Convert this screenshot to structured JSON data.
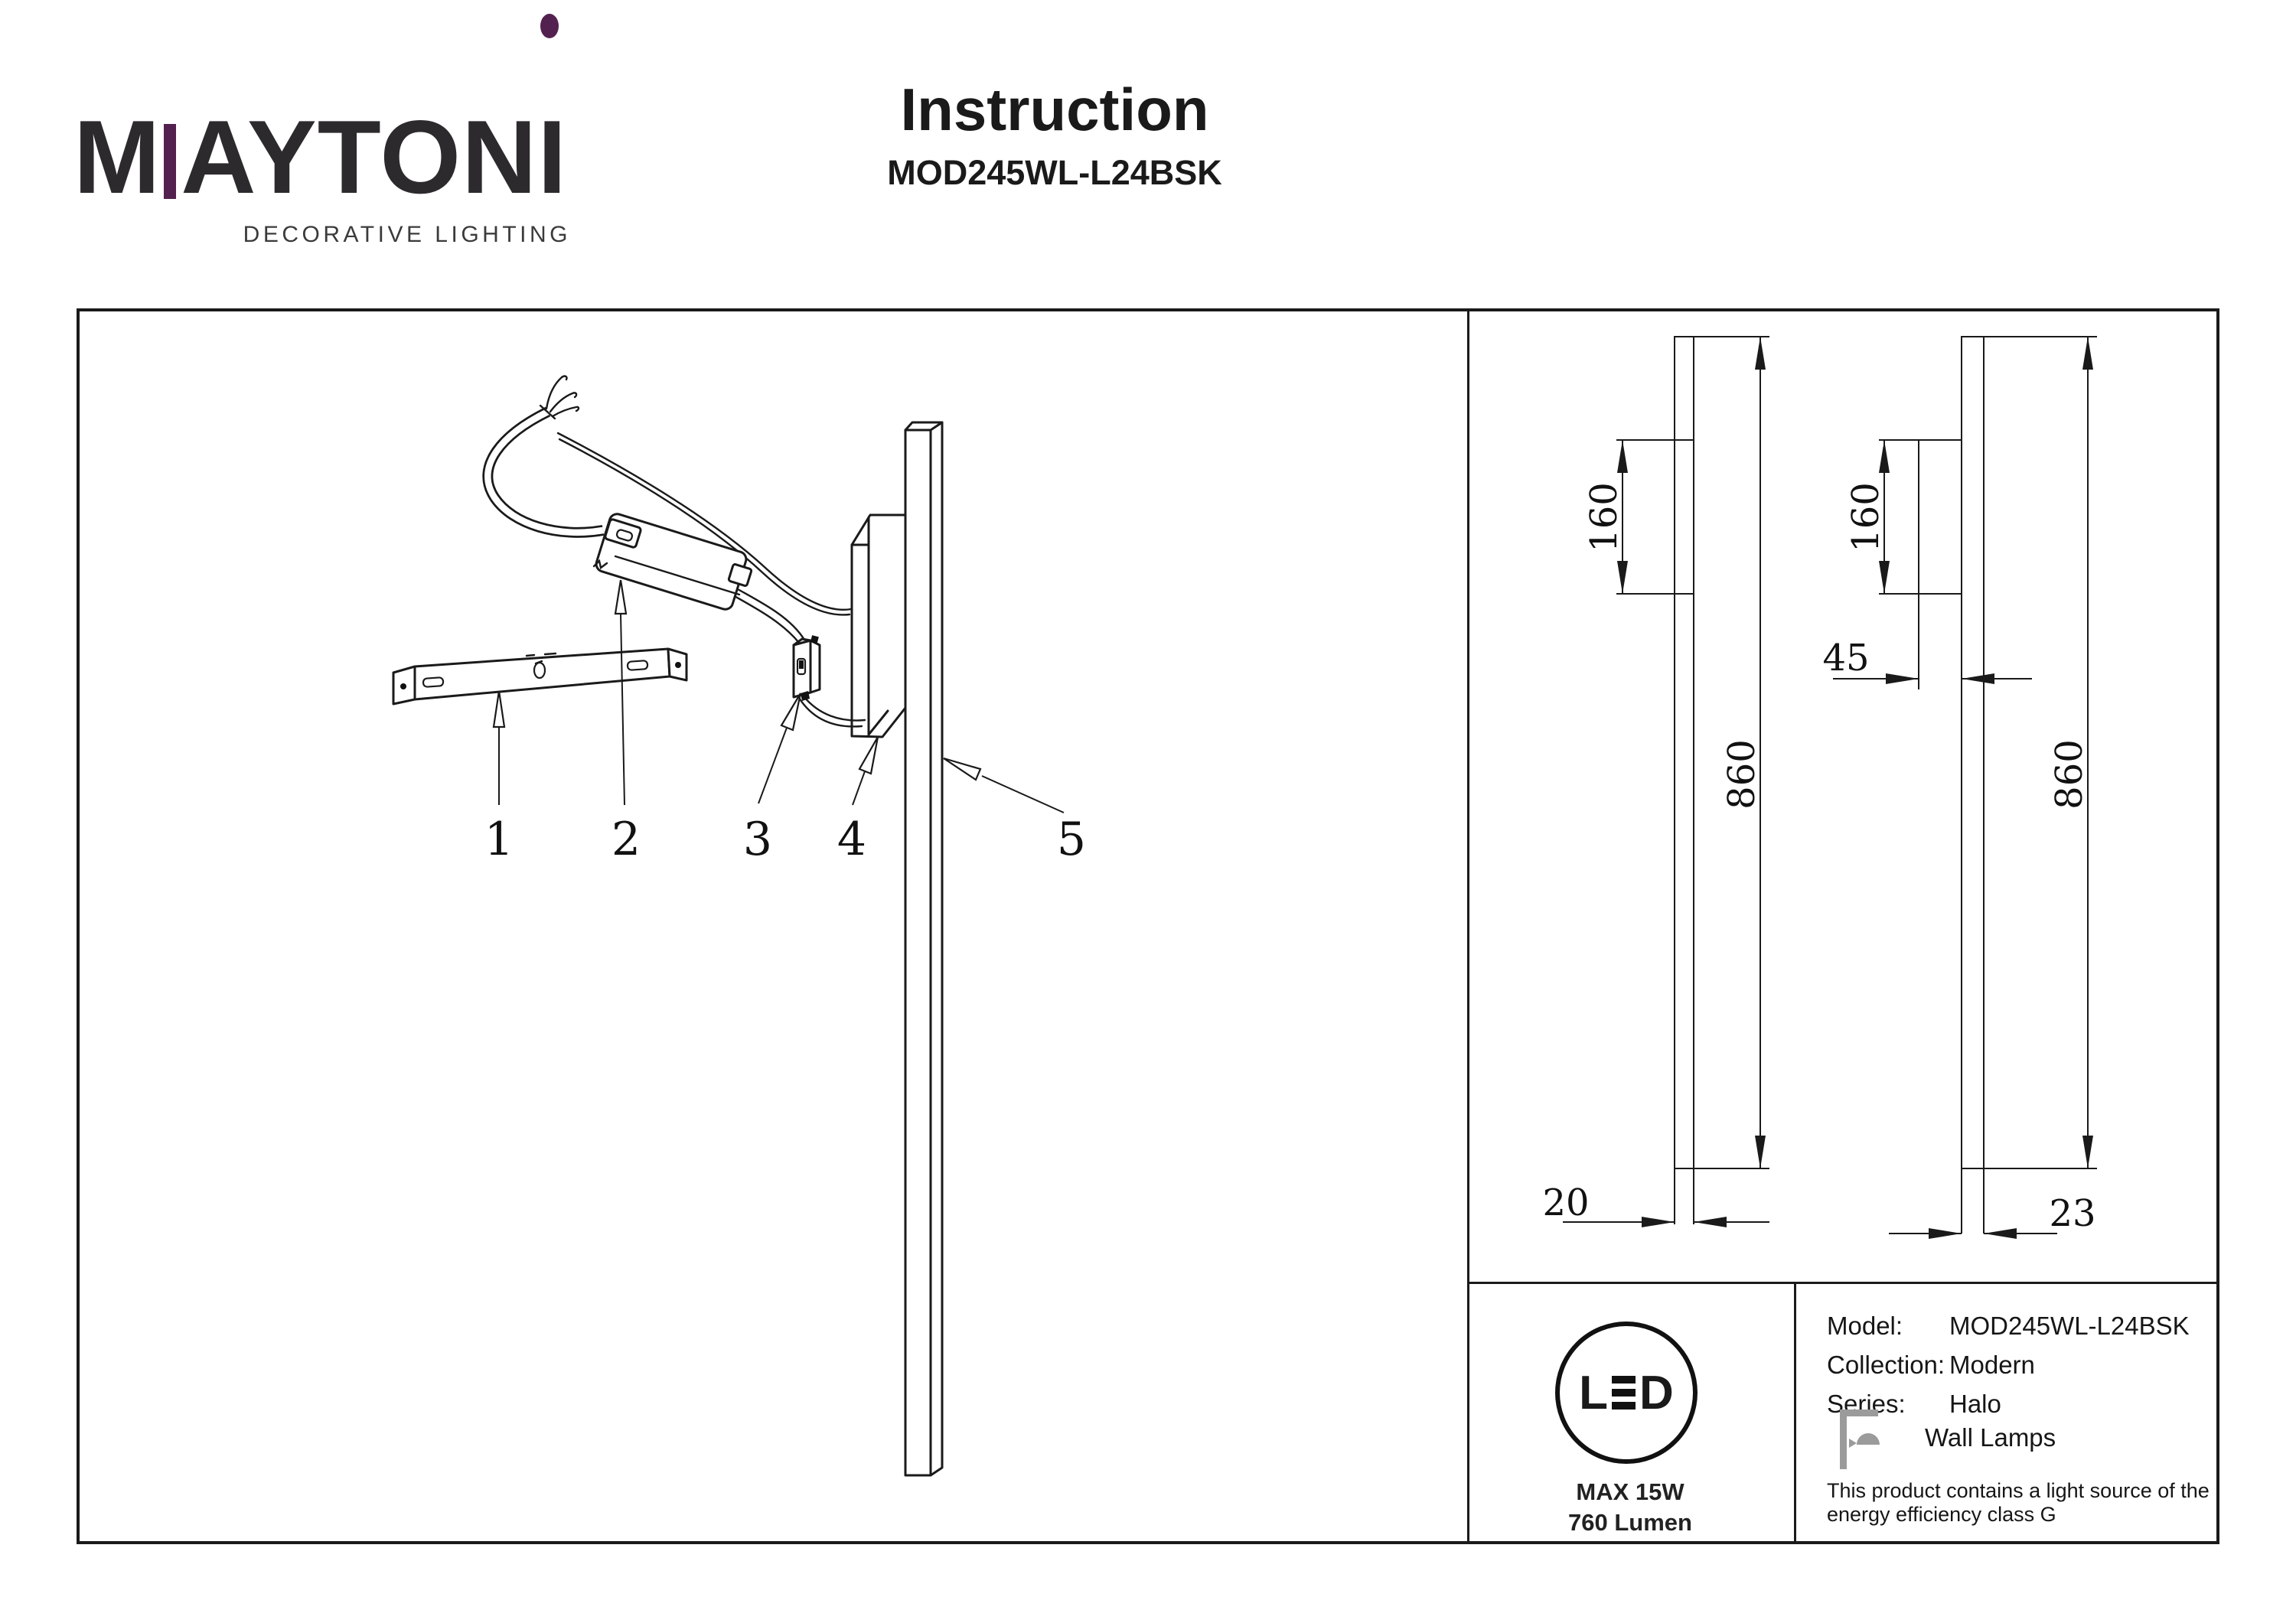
{
  "colors": {
    "accent": "#53214f",
    "ink": "#1a1a1a",
    "icon_gray": "#9b9b9b"
  },
  "brand": {
    "logo_m": "M",
    "logo_middle": "AYTON",
    "logo_i": "I",
    "tagline": "DECORATIVE LIGHTING"
  },
  "header": {
    "title": "Instruction",
    "model": "MOD245WL-L24BSK"
  },
  "parts": {
    "labels": [
      "1",
      "2",
      "3",
      "4",
      "5"
    ]
  },
  "drawing1": {
    "plate_height": "160",
    "total_height": "860",
    "depth": "20"
  },
  "drawing2": {
    "plate_height": "160",
    "total_height": "860",
    "projection": "45",
    "depth": "23"
  },
  "led": {
    "letter_l": "L",
    "letter_d": "D",
    "max_power": "MAX 15W",
    "lumen": "760 Lumen"
  },
  "info": {
    "rows": [
      {
        "label": "Model:",
        "value": "MOD245WL-L24BSK"
      },
      {
        "label": "Collection:",
        "value": "Modern"
      },
      {
        "label": "Series:",
        "value": "Halo"
      }
    ],
    "category": "Wall Lamps",
    "note_line1": "This product contains a light source of the",
    "note_line2": "energy efficiency class G"
  }
}
